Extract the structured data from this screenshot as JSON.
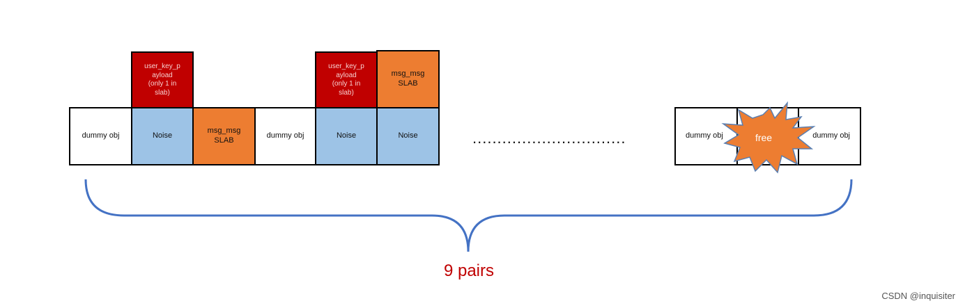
{
  "cells": {
    "row1_dummy": "dummy obj",
    "row1_noise": "Noise",
    "row1_msg": "msg_msg\nSLAB",
    "row1_dummy2": "dummy obj",
    "row1_noise2": "Noise",
    "row1_noise3": "Noise",
    "top_ukp1": "user_key_p\nayload\n(only 1 in\nslab)",
    "top_ukp2": "user_key_p\nayload\n(only 1 in\nslab)",
    "top_msg2": "msg_msg\nSLAB",
    "right_dummy1": "dummy obj",
    "right_dummy2": "dummy obj",
    "free": "free"
  },
  "ellipsis": "...............................",
  "brace_label": "9 pairs",
  "watermark": "CSDN @inquisiter",
  "colors": {
    "noise": "#9dc3e6",
    "msg_slab": "#ed7d31",
    "user_key_payload": "#c00000",
    "brace": "#4472c4",
    "label": "#c00000"
  }
}
